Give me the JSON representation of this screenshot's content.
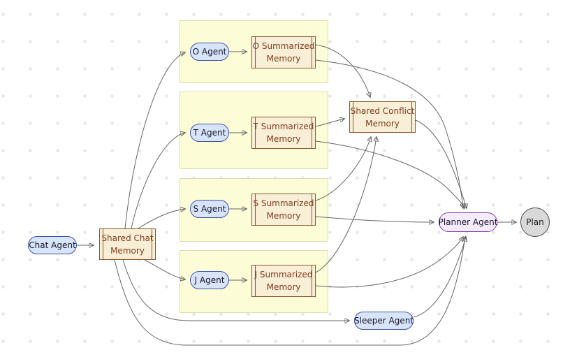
{
  "diagram": {
    "type": "flowchart",
    "direction": "left-to-right",
    "nodes": {
      "chat_agent": {
        "label": "Chat Agent",
        "shape": "stadium"
      },
      "shared_chat_memory": {
        "lines": [
          "Shared Chat",
          "Memory"
        ],
        "shape": "subroutine"
      },
      "o_agent": {
        "label": "O Agent",
        "shape": "stadium"
      },
      "t_agent": {
        "label": "T Agent",
        "shape": "stadium"
      },
      "s_agent": {
        "label": "S Agent",
        "shape": "stadium"
      },
      "j_agent": {
        "label": "J Agent",
        "shape": "stadium"
      },
      "o_memory": {
        "lines": [
          "O Summarized",
          "Memory"
        ],
        "shape": "subroutine"
      },
      "t_memory": {
        "lines": [
          "T Summarized",
          "Memory"
        ],
        "shape": "subroutine"
      },
      "s_memory": {
        "lines": [
          "S Summarized",
          "Memory"
        ],
        "shape": "subroutine"
      },
      "j_memory": {
        "lines": [
          "J Summarized",
          "Memory"
        ],
        "shape": "subroutine"
      },
      "shared_conflict_memory": {
        "lines": [
          "Shared Conflict",
          "Memory"
        ],
        "shape": "subroutine"
      },
      "sleeper_agent": {
        "label": "Sleeper Agent",
        "shape": "stadium"
      },
      "planner_agent": {
        "label": "Planner Agent",
        "shape": "stadium"
      },
      "plan": {
        "label": "Plan",
        "shape": "circle"
      }
    },
    "groups": [
      {
        "contains": [
          "O Agent",
          "O Summarized Memory"
        ]
      },
      {
        "contains": [
          "T Agent",
          "T Summarized Memory"
        ]
      },
      {
        "contains": [
          "S Agent",
          "S Summarized Memory"
        ]
      },
      {
        "contains": [
          "J Agent",
          "J Summarized Memory"
        ]
      }
    ],
    "edges": [
      {
        "from": "Chat Agent",
        "to": "Shared Chat Memory"
      },
      {
        "from": "Shared Chat Memory",
        "to": "O Agent"
      },
      {
        "from": "Shared Chat Memory",
        "to": "T Agent"
      },
      {
        "from": "Shared Chat Memory",
        "to": "S Agent"
      },
      {
        "from": "Shared Chat Memory",
        "to": "J Agent"
      },
      {
        "from": "Shared Chat Memory",
        "to": "Sleeper Agent"
      },
      {
        "from": "Shared Chat Memory",
        "to": "Planner Agent"
      },
      {
        "from": "O Agent",
        "to": "O Summarized Memory"
      },
      {
        "from": "T Agent",
        "to": "T Summarized Memory"
      },
      {
        "from": "S Agent",
        "to": "S Summarized Memory"
      },
      {
        "from": "J Agent",
        "to": "J Summarized Memory"
      },
      {
        "from": "O Summarized Memory",
        "to": "Shared Conflict Memory"
      },
      {
        "from": "T Summarized Memory",
        "to": "Shared Conflict Memory"
      },
      {
        "from": "S Summarized Memory",
        "to": "Shared Conflict Memory"
      },
      {
        "from": "J Summarized Memory",
        "to": "Shared Conflict Memory"
      },
      {
        "from": "O Summarized Memory",
        "to": "Planner Agent"
      },
      {
        "from": "T Summarized Memory",
        "to": "Planner Agent"
      },
      {
        "from": "S Summarized Memory",
        "to": "Planner Agent"
      },
      {
        "from": "J Summarized Memory",
        "to": "Planner Agent"
      },
      {
        "from": "Shared Conflict Memory",
        "to": "Planner Agent"
      },
      {
        "from": "Sleeper Agent",
        "to": "Planner Agent"
      },
      {
        "from": "Planner Agent",
        "to": "Plan"
      }
    ],
    "colors": {
      "agent_fill": "#d8e4fa",
      "agent_border": "#3d55a5",
      "memory_fill": "#f9eed6",
      "memory_border": "#8b552b",
      "memory_text": "#7c3c21",
      "group_fill": "#fcfcd7",
      "group_border": "#dcdcaa",
      "planner_fill": "#f4ecfc",
      "planner_border": "#8040bf",
      "plan_fill": "#d9d9d9",
      "plan_border": "#4d4d4d",
      "edge_line": "#666666",
      "dot_grid": "#e7e7e7"
    }
  }
}
